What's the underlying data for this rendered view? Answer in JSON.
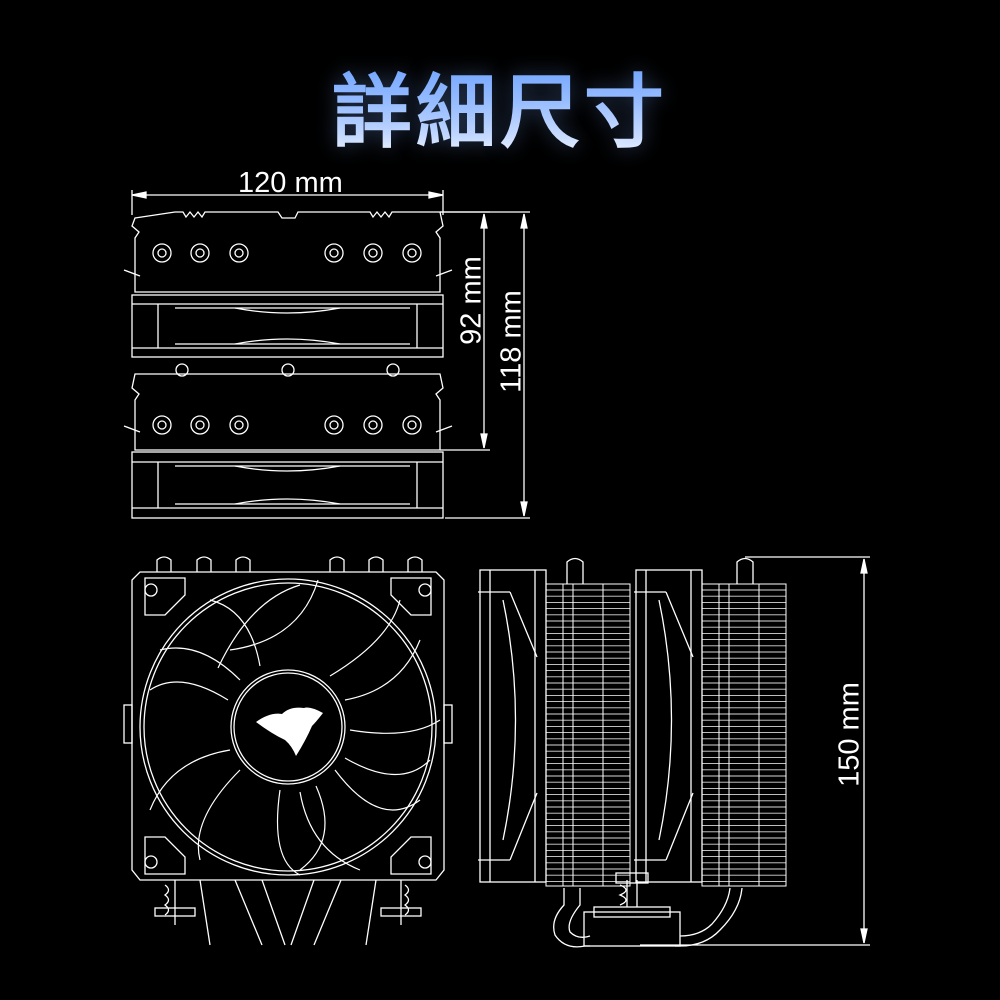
{
  "title": "詳細尺寸",
  "colors": {
    "background": "#000000",
    "line": "#ffffff",
    "title_gradient_top": "#5b96ff",
    "title_gradient_bottom": "#ffffff"
  },
  "dimensions": {
    "width": "120 mm",
    "fan_height": "92 mm",
    "depth": "118 mm",
    "height": "150 mm"
  },
  "views": {
    "top": {
      "label": "top-view",
      "heatpipe_count_per_row": 6
    },
    "front": {
      "label": "front-view",
      "fan_blades": 9,
      "logo": "wolf-logo"
    },
    "side": {
      "label": "side-view",
      "fans": 2
    }
  }
}
